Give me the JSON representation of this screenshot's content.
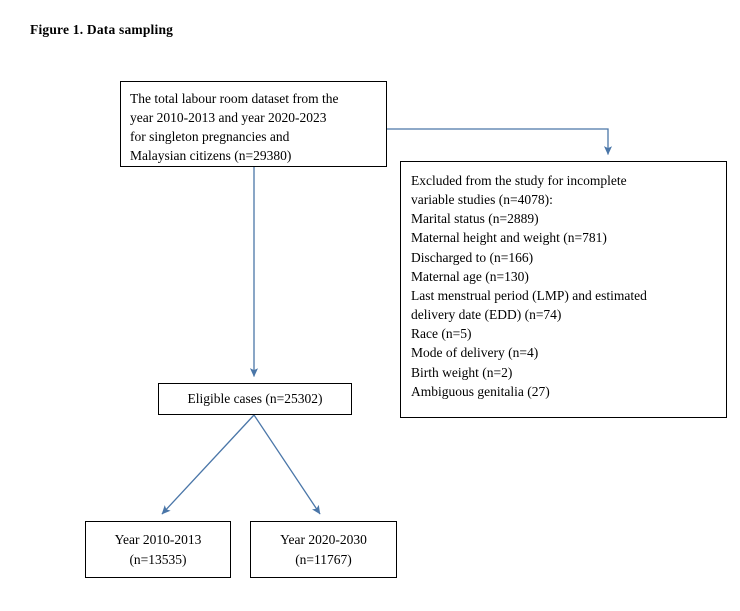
{
  "figure": {
    "title": "Figure 1. Data sampling"
  },
  "colors": {
    "box_border": "#000000",
    "background": "#ffffff",
    "text": "#000000",
    "connector": "#4a76a8"
  },
  "nodes": {
    "total_dataset": {
      "name": "total-labour-room-dataset",
      "lines": [
        "The total labour room dataset from the",
        "year 2010-2013 and year 2020-2023",
        "for singleton pregnancies and",
        "Malaysian citizens (n=29380)"
      ]
    },
    "excluded": {
      "name": "excluded-from-study",
      "lines": [
        "Excluded from the study for incomplete",
        "variable studies (n=4078):",
        "Marital status (n=2889)",
        "Maternal height and weight (n=781)",
        "Discharged to (n=166)",
        "Maternal age (n=130)",
        "Last menstrual period (LMP) and estimated",
        "delivery date (EDD) (n=74)",
        "Race (n=5)",
        "Mode of delivery (n=4)",
        "Birth weight (n=2)",
        "Ambiguous genitalia (27)"
      ]
    },
    "eligible": {
      "name": "eligible-cases",
      "label": "Eligible cases (n=25302)"
    },
    "year_group_a": {
      "name": "year-group-2010-2013",
      "line1": "Year 2010-2013",
      "line2": "(n=13535)"
    },
    "year_group_b": {
      "name": "year-group-2020-2030",
      "line1": "Year 2020-2030",
      "line2": "(n=11767)"
    }
  },
  "connectors": [
    {
      "name": "connector-total-to-eligible",
      "from": "total_dataset",
      "to": "eligible",
      "style": "straight-down-arrow"
    },
    {
      "name": "connector-total-to-excluded",
      "from": "total_dataset",
      "to": "excluded",
      "style": "elbow-right-down-arrow"
    },
    {
      "name": "connector-eligible-to-year-a",
      "from": "eligible",
      "to": "year_group_a",
      "style": "diagonal-down-left-arrow"
    },
    {
      "name": "connector-eligible-to-year-b",
      "from": "eligible",
      "to": "year_group_b",
      "style": "diagonal-down-right-arrow"
    }
  ]
}
